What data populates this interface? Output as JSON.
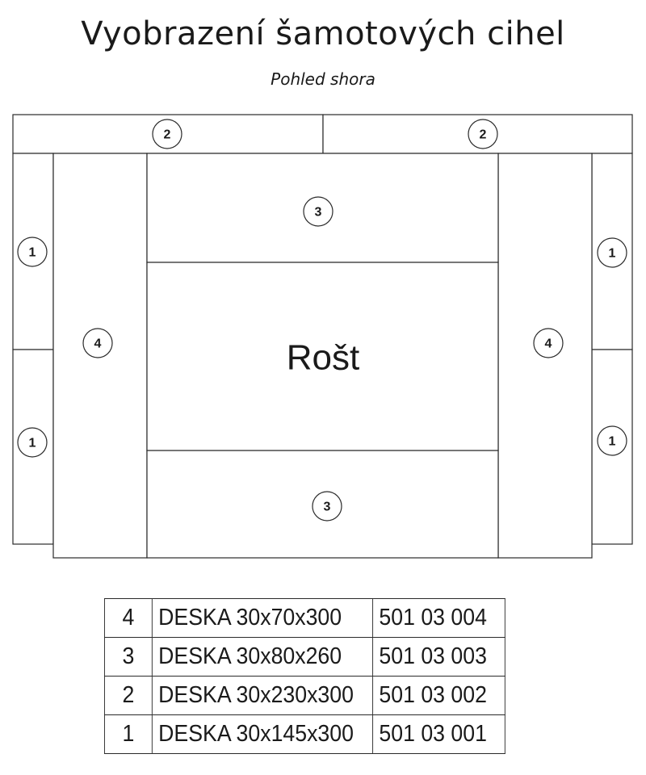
{
  "header": {
    "title": "Vyobrazení šamotových cihel",
    "subtitle": "Pohled shora"
  },
  "plan": {
    "center_label": "Rošt",
    "markers": {
      "top_left": "2",
      "top_right": "2",
      "inner_top": "3",
      "inner_bottom": "3",
      "left_upper": "1",
      "left_lower": "1",
      "right_upper": "1",
      "right_lower": "1",
      "left_inner": "4",
      "right_inner": "4"
    }
  },
  "parts_table": {
    "rows": [
      {
        "pos": "4",
        "desc": "DESKA 30x70x300",
        "code": "501 03 004"
      },
      {
        "pos": "3",
        "desc": "DESKA 30x80x260",
        "code": "501 03 003"
      },
      {
        "pos": "2",
        "desc": "DESKA 30x230x300",
        "code": "501 03 002"
      },
      {
        "pos": "1",
        "desc": "DESKA 30x145x300",
        "code": "501 03 001"
      }
    ]
  }
}
